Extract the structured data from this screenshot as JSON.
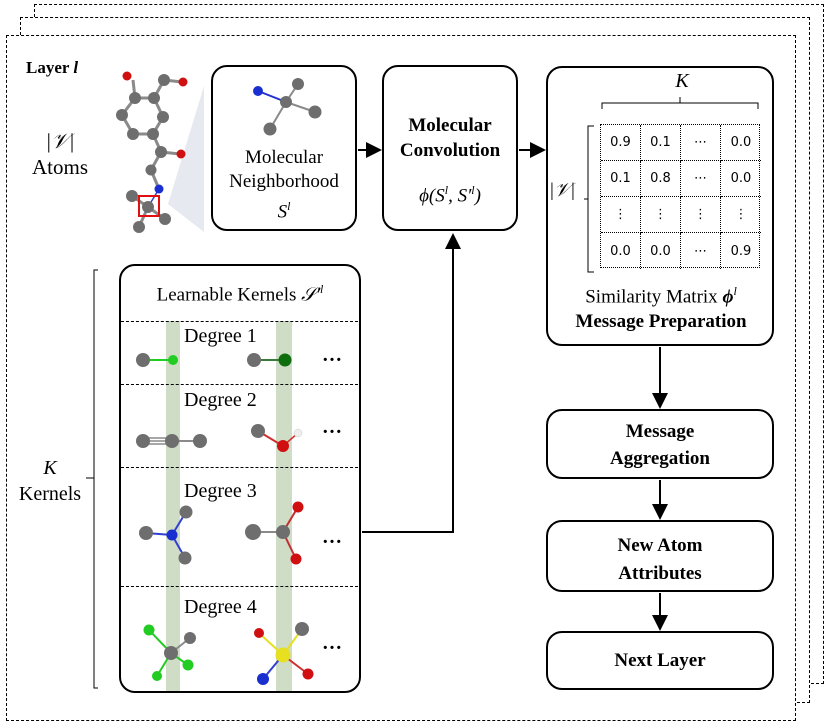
{
  "layer_label": {
    "prefix": "Layer",
    "var": "l"
  },
  "atoms_label": {
    "symbol": "|𝒱|",
    "text": "Atoms"
  },
  "neighborhood_box": {
    "line1": "Molecular",
    "line2": "Neighborhood",
    "symbol": "S",
    "sup": "l"
  },
  "convolution_box": {
    "line1": "Molecular",
    "line2": "Convolution",
    "formula": "ϕ(S",
    "sup1": "l",
    "mid": ", S′",
    "sup2": "l",
    "end": ")"
  },
  "similarity_box": {
    "top_label": "K",
    "side_label": "|𝒱|",
    "caption": "Similarity Matrix",
    "caption_symbol": "ϕ",
    "caption_sup": "l",
    "title": "Message Preparation",
    "matrix": [
      [
        "0.9",
        "0.1",
        "⋯",
        "0.0"
      ],
      [
        "0.1",
        "0.8",
        "⋯",
        "0.0"
      ],
      [
        "⋮",
        "⋮",
        "⋮",
        "⋮"
      ],
      [
        "0.0",
        "0.0",
        "⋯",
        "0.9"
      ]
    ]
  },
  "kernels_box": {
    "title": "Learnable Kernels",
    "title_symbol": "𝒮′",
    "title_sup": "l",
    "degrees": [
      "Degree 1",
      "Degree 2",
      "Degree 3",
      "Degree 4"
    ],
    "ellipsis": "…"
  },
  "kernels_side_label": {
    "symbol": "K",
    "text": "Kernels"
  },
  "pipeline": {
    "aggregation": {
      "line1": "Message",
      "line2": "Aggregation"
    },
    "new_atom": {
      "line1": "New Atom",
      "line2": "Attributes"
    },
    "next_layer": {
      "label": "Next Layer"
    }
  },
  "colors": {
    "carbon": "#6e6e6e",
    "oxygen": "#d01010",
    "nitrogen": "#1a2fd0",
    "chlorine_light": "#22cc22",
    "chlorine_dark": "#0e6e0e",
    "sulfur": "#e6e020",
    "hydrogen": "#eeeeee",
    "highlight_band": "#cfdcc6",
    "selection_box": "#e01010",
    "zoom_cone": "#e6e9ef"
  }
}
